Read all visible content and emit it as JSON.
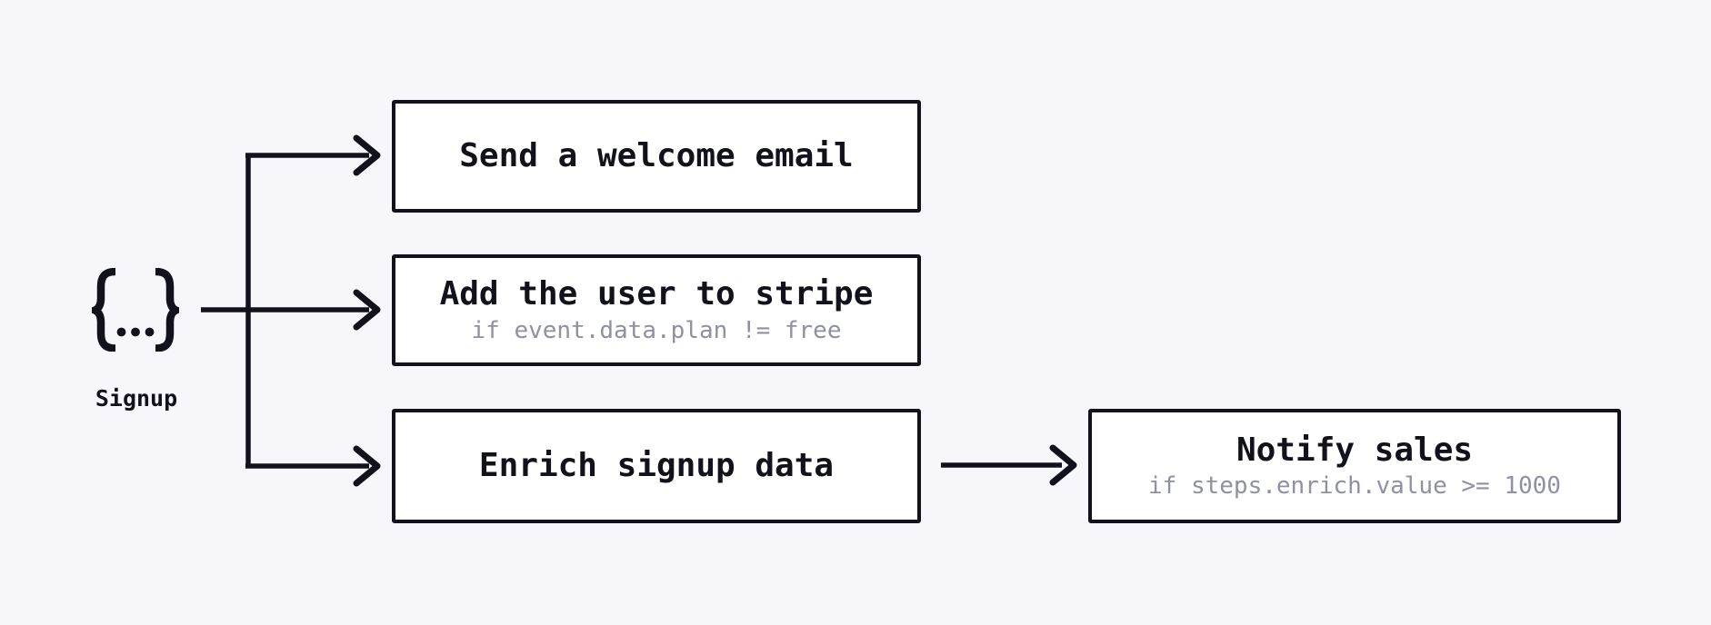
{
  "diagram": {
    "type": "workflow-fanout",
    "background_color": "#f7f7fb",
    "colors": {
      "ink": "#12121c",
      "muted_text": "#8f90a1",
      "node_background": "#ffffff"
    },
    "trigger": {
      "icon": "curly-braces-event-icon",
      "label": "Signup"
    },
    "nodes": [
      {
        "id": "send-welcome-email",
        "title": "Send a welcome email",
        "condition": ""
      },
      {
        "id": "add-user-to-stripe",
        "title": "Add the user to stripe",
        "condition": "if event.data.plan != free"
      },
      {
        "id": "enrich-signup-data",
        "title": "Enrich signup data",
        "condition": ""
      },
      {
        "id": "notify-sales",
        "title": "Notify sales",
        "condition": "if steps.enrich.value >= 1000"
      }
    ],
    "edges": [
      {
        "from": "signup-trigger",
        "to": "send-welcome-email"
      },
      {
        "from": "signup-trigger",
        "to": "add-user-to-stripe"
      },
      {
        "from": "signup-trigger",
        "to": "enrich-signup-data"
      },
      {
        "from": "enrich-signup-data",
        "to": "notify-sales"
      }
    ]
  }
}
